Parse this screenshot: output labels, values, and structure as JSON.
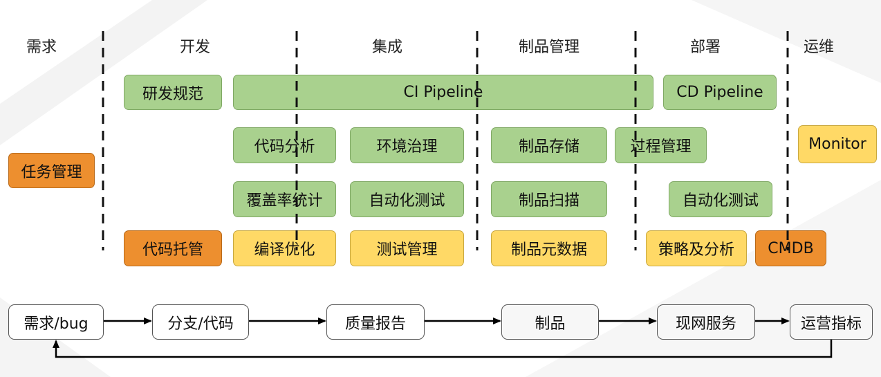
{
  "phases": [
    "需求",
    "开发",
    "集成",
    "制品管理",
    "部署",
    "运维"
  ],
  "boxes": {
    "dev_standard": "研发规范",
    "ci_pipeline": "CI Pipeline",
    "cd_pipeline": "CD Pipeline",
    "code_analysis": "代码分析",
    "env_governance": "环境治理",
    "artifact_storage": "制品存储",
    "process_management": "过程管理",
    "monitor": "Monitor",
    "task_management": "任务管理",
    "coverage_stats": "覆盖率统计",
    "auto_test_integration": "自动化测试",
    "artifact_scan": "制品扫描",
    "auto_test_deploy": "自动化测试",
    "code_hosting": "代码托管",
    "build_optimization": "编译优化",
    "test_management": "测试管理",
    "artifact_metadata": "制品元数据",
    "strategy_analysis": "策略及分析",
    "cmdb": "CMDB"
  },
  "flow": [
    "需求/bug",
    "分支/代码",
    "质量报告",
    "制品",
    "现网服务",
    "运营指标"
  ],
  "colors": {
    "green": "#a9d18e",
    "yellow": "#ffd966",
    "orange": "#ed8f2f"
  }
}
